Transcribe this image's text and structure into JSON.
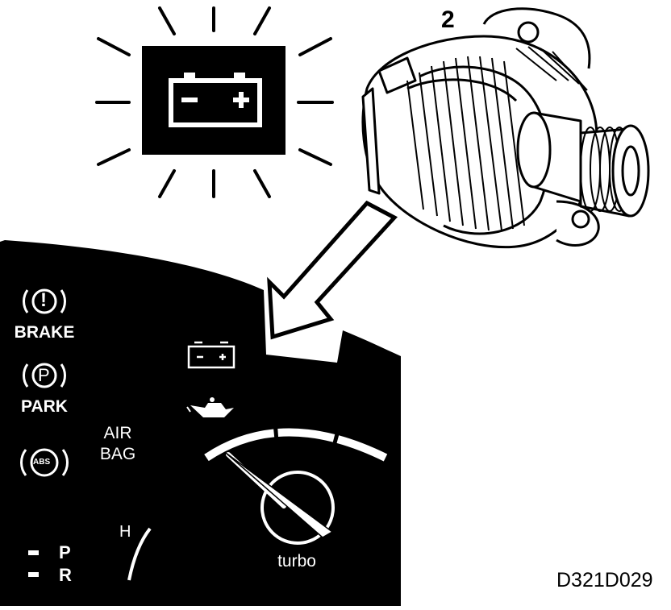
{
  "callout_number": "2",
  "figure_code": "D321D029",
  "warning_lamp": {
    "minus": "−",
    "plus": "+",
    "icon": "battery-icon"
  },
  "panel": {
    "brake_symbol": "!",
    "brake_label": "BRAKE",
    "park_symbol": "P",
    "park_label": "PARK",
    "abs_symbol": "ABS",
    "airbag_line1": "AIR",
    "airbag_line2": "BAG",
    "battery_icon": "battery-icon",
    "oil_icon": "oil-can-icon",
    "turbo_label": "turbo",
    "temp_label": "H",
    "gear_p": "P",
    "gear_r": "R"
  },
  "colors": {
    "ink": "#000000",
    "paper": "#ffffff"
  }
}
